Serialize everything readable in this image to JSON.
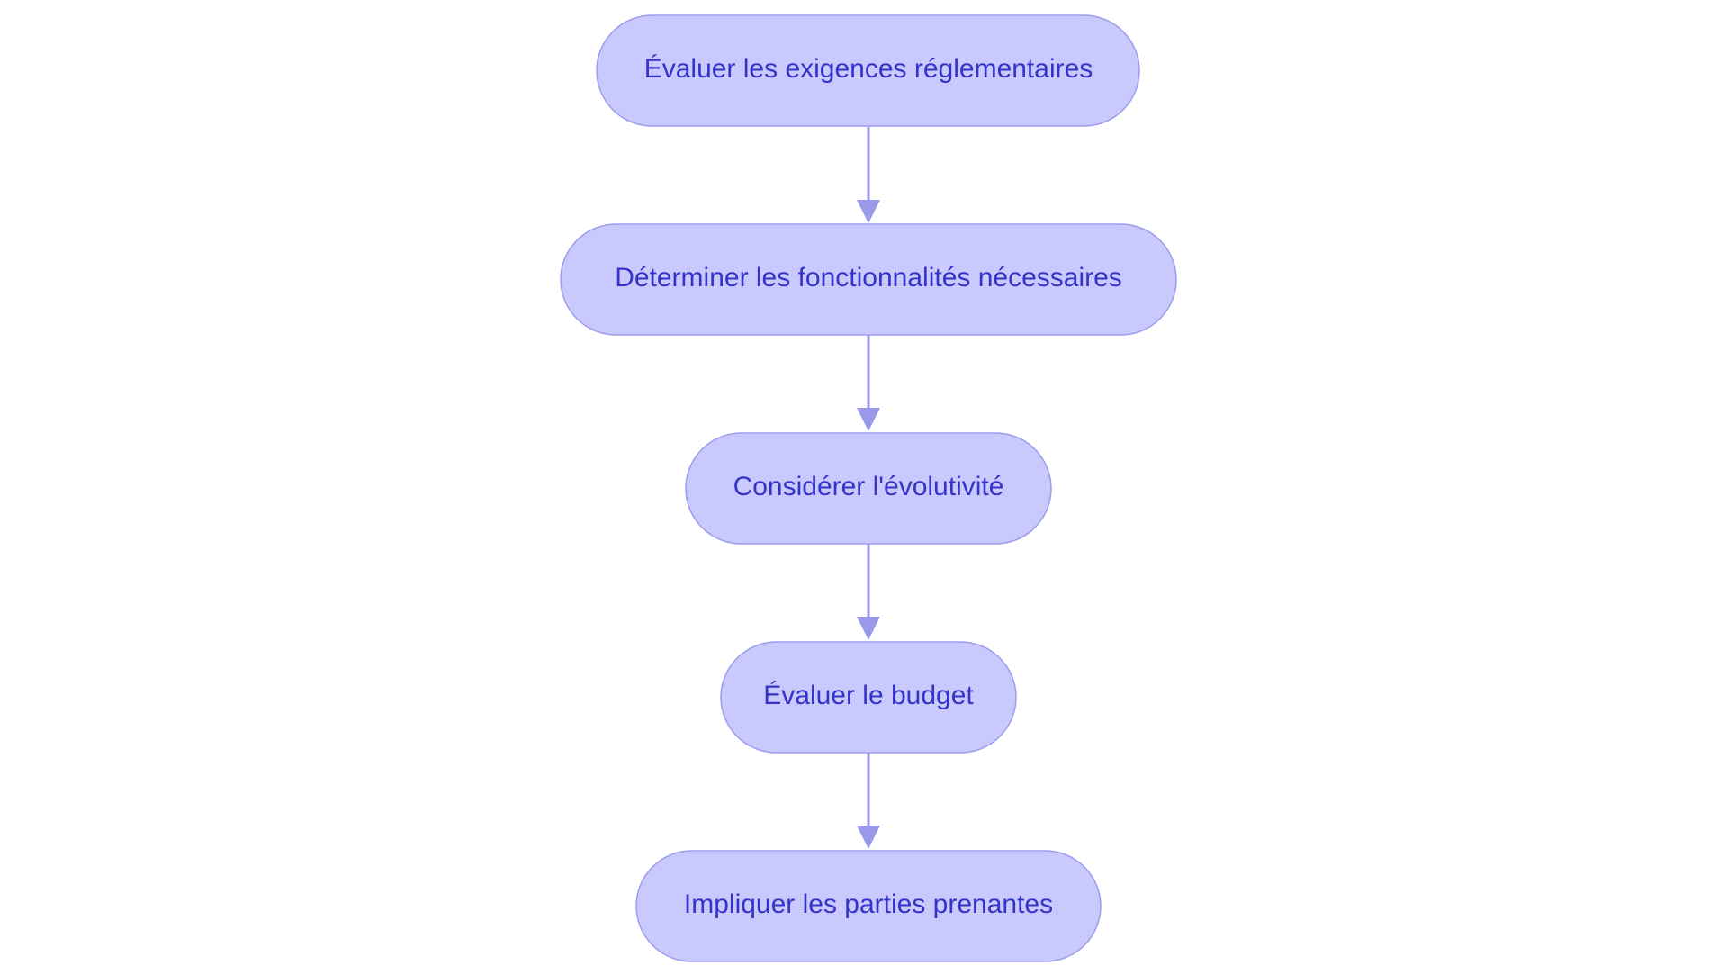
{
  "colors": {
    "node_fill": "#c9c9fd",
    "node_stroke": "#9c9cee",
    "text": "#3434c8",
    "edge": "#9a9aeb"
  },
  "diagram": {
    "type": "vertical flowchart",
    "nodes": [
      {
        "id": "n1",
        "label": "Évaluer les exigences réglementaires"
      },
      {
        "id": "n2",
        "label": "Déterminer les fonctionnalités nécessaires"
      },
      {
        "id": "n3",
        "label": "Considérer l'évolutivité"
      },
      {
        "id": "n4",
        "label": "Évaluer le budget"
      },
      {
        "id": "n5",
        "label": "Impliquer les parties prenantes"
      }
    ],
    "edges": [
      {
        "from": "n1",
        "to": "n2"
      },
      {
        "from": "n2",
        "to": "n3"
      },
      {
        "from": "n3",
        "to": "n4"
      },
      {
        "from": "n4",
        "to": "n5"
      }
    ]
  }
}
